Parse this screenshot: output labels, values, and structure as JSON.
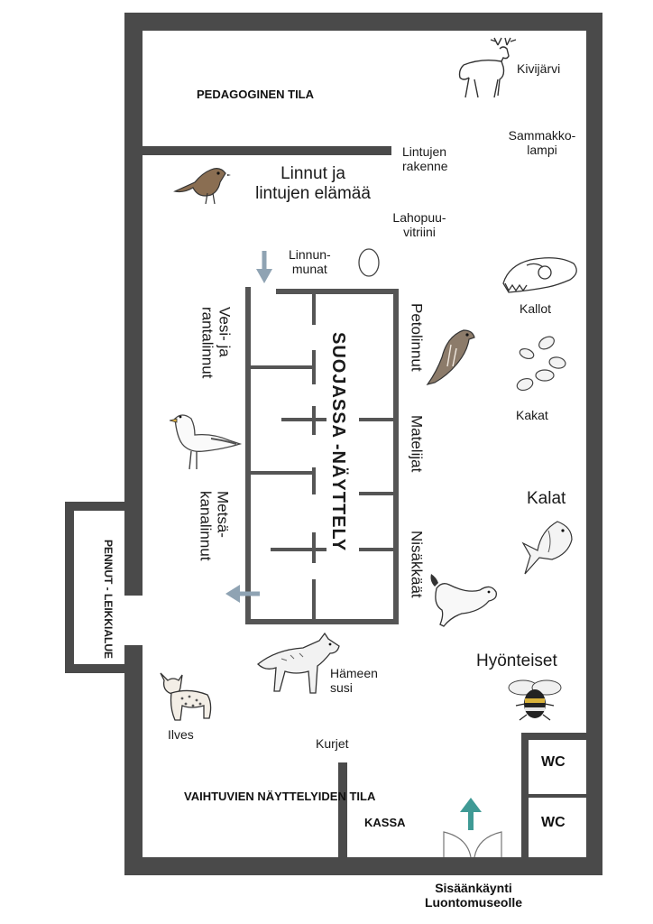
{
  "rooms": {
    "pedagoginen": "PEDAGOGINEN TILA",
    "vaihtuvien": "VAIHTUVIEN NÄYTTELYIDEN TILA",
    "kassa": "KASSA",
    "wc_1": "WC",
    "wc_2": "WC",
    "pennut": "PENNUT - LEIKKIALUE"
  },
  "exhibits": {
    "kivijarvi": "Kivijärvi",
    "sammakkolampi": "Sammakko-\nlampi",
    "lintujen_rakenne": "Lintujen\nrakenne",
    "linnut": "Linnut ja\nlintujen elämää",
    "lahopuu": "Lahopuu-\nvitriini",
    "linnunmunat": "Linnun-\nmunat",
    "kallot": "Kallot",
    "kakat": "Kakat",
    "kalat": "Kalat",
    "hyonteiset": "Hyönteiset",
    "hameen_susi": "Hämeen\nsusi",
    "ilves": "Ilves",
    "kurjet": "Kurjet",
    "suojassa": "SUOJASSA -NÄYTTELY",
    "vesi_rantalinnut": "Vesi- ja\nrantalinnut",
    "metsakanalinnut": "Metsä-\nkanalinnut",
    "petolinnut": "Petolinnut",
    "matelijat": "Matelijat",
    "nisakkaat": "Nisäkkäät"
  },
  "entrance": "Sisäänkäynti\nLuontomuseolle",
  "colors": {
    "wall": "#4a4a4a",
    "arrow_gray": "#8fa3b3",
    "arrow_teal": "#3f9a95"
  },
  "icons": [
    "moose-icon",
    "sparrow-icon",
    "egg-icon",
    "skull-icon",
    "droppings-icon",
    "falcon-icon",
    "gull-icon",
    "fish-icon",
    "weasel-icon",
    "bee-icon",
    "wolf-icon",
    "lynx-icon",
    "arrow-down-icon",
    "arrow-left-icon",
    "arrow-up-icon",
    "door-icon"
  ]
}
